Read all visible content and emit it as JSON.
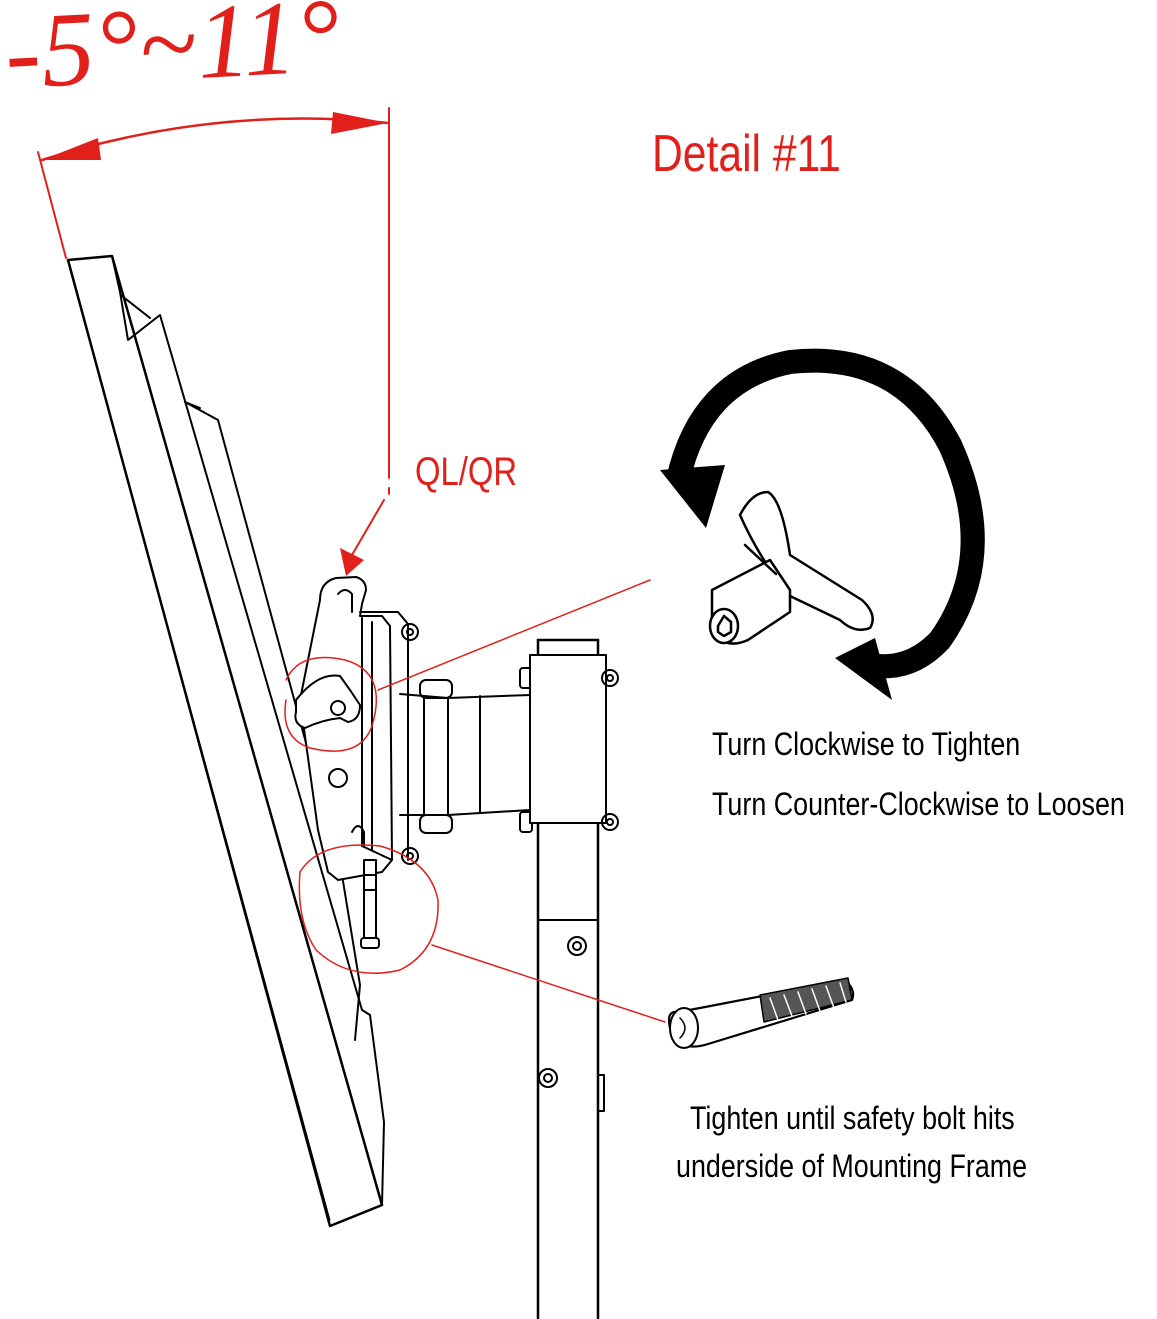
{
  "labels": {
    "tilt_range": "-5°~11°",
    "detail_title": "Detail #11",
    "part_ref": "QL/QR"
  },
  "instructions": {
    "knob": [
      "Turn Clockwise to Tighten",
      "Turn Counter-Clockwise to Loosen"
    ],
    "safety_bolt": [
      "Tighten until safety bolt hits",
      "underside of Mounting Frame"
    ]
  },
  "colors": {
    "annotation": "#e1201b",
    "linework": "#000000",
    "background": "#ffffff"
  },
  "icons": {
    "rotation": "circular-rotation-arrow-icon",
    "knob": "t-handle-knob-icon",
    "bolt": "safety-bolt-icon"
  }
}
